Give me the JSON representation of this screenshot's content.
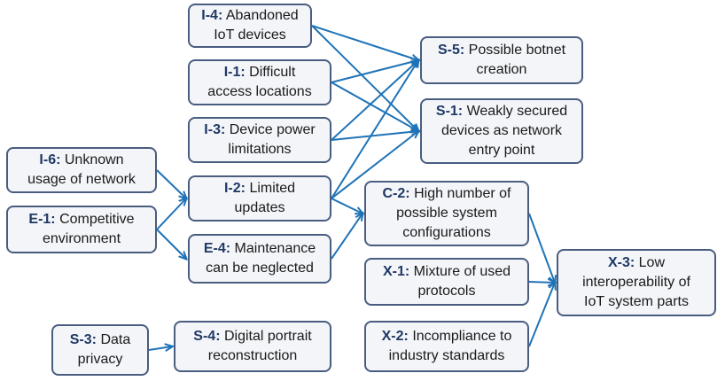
{
  "colors": {
    "arrow": "#1f73b7",
    "border": "#4a5d80",
    "fill": "#f3f5f9",
    "code": "#1f3864"
  },
  "nodes": {
    "i4": {
      "code": "I-4:",
      "line1": "Abandoned",
      "line2": "IoT devices"
    },
    "i1": {
      "code": "I-1:",
      "line1": "Difficult",
      "line2": "access locations"
    },
    "i3": {
      "code": "I-3:",
      "line1": "Device power",
      "line2": "limitations"
    },
    "i6": {
      "code": "I-6:",
      "line1": "Unknown",
      "line2": "usage of network"
    },
    "e1": {
      "code": "E-1:",
      "line1": "Competitive",
      "line2": "environment"
    },
    "i2": {
      "code": "I-2:",
      "line1": "Limited",
      "line2": "updates"
    },
    "e4": {
      "code": "E-4:",
      "line1": "Maintenance",
      "line2": "can be neglected"
    },
    "s5": {
      "code": "S-5:",
      "line1": "Possible botnet",
      "line2": "creation"
    },
    "s1": {
      "code": "S-1:",
      "line1": "Weakly secured",
      "line2": "devices as network",
      "line3": "entry point"
    },
    "c2": {
      "code": "C-2:",
      "line1": "High number of",
      "line2": "possible system",
      "line3": "configurations"
    },
    "x1": {
      "code": "X-1:",
      "line1": "Mixture of used",
      "line2": "protocols"
    },
    "x2": {
      "code": "X-2:",
      "line1": "Incompliance to",
      "line2": "industry standards"
    },
    "x3": {
      "code": "X-3:",
      "line1": "Low",
      "line2": "interoperability of",
      "line3": "IoT system parts"
    },
    "s3": {
      "code": "S-3:",
      "line1": "Data",
      "line2": "privacy"
    },
    "s4": {
      "code": "S-4:",
      "line1": "Digital portrait",
      "line2": "reconstruction"
    }
  },
  "edges": [
    [
      "i4",
      "s5"
    ],
    [
      "i4",
      "s1"
    ],
    [
      "i1",
      "s5"
    ],
    [
      "i1",
      "s1"
    ],
    [
      "i3",
      "s5"
    ],
    [
      "i3",
      "s1"
    ],
    [
      "i2",
      "s5"
    ],
    [
      "i2",
      "s1"
    ],
    [
      "i2",
      "c2"
    ],
    [
      "i6",
      "i2"
    ],
    [
      "e1",
      "i2"
    ],
    [
      "e1",
      "e4"
    ],
    [
      "e4",
      "c2"
    ],
    [
      "c2",
      "x3"
    ],
    [
      "x1",
      "x3"
    ],
    [
      "x2",
      "x3"
    ],
    [
      "s3",
      "s4"
    ]
  ]
}
